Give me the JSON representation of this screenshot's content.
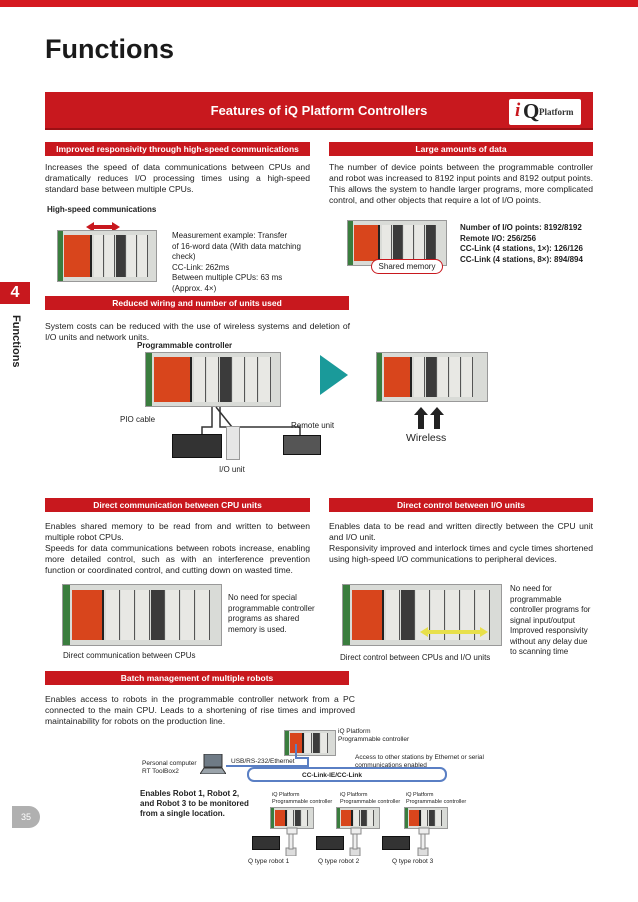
{
  "page": {
    "title": "Functions",
    "banner": "Features of iQ Platform Controllers",
    "logo": {
      "i": "i",
      "q": "Q",
      "platform": "Platform"
    },
    "chapter_number": "4",
    "chapter_label": "Functions",
    "page_number": "35"
  },
  "s1": {
    "header": "Improved responsivity through high-speed communications",
    "body": "Increases the speed of data communications between CPUs and dramatically reduces I/O processing times using a high-speed standard base between multiple CPUs.",
    "figure_label": "High-speed communications",
    "measure": [
      "Measurement example: Transfer",
      "of 16-word data (With data matching",
      "check)",
      "CC-Link: 262ms",
      "Between multiple CPUs: 63 ms",
      "(Approx. 4×)"
    ]
  },
  "s2": {
    "header": "Large amounts of data",
    "body": "The number of device points between the programmable controller and robot was increased to 8192 input points and 8192 output points.  This allows the system to handle larger programs, more complicated control, and other objects that require a lot of I/O points.",
    "shared_memory": "Shared memory",
    "specs": [
      "Number of I/O points: 8192/8192",
      "Remote I/O: 256/256",
      "CC-Link (4 stations, 1×): 126/126",
      "CC-Link (4 stations, 8×): 894/894"
    ]
  },
  "s3": {
    "header": "Reduced wiring and number of units used",
    "body": "System costs can be reduced with the use of wireless systems and deletion of I/O units and network units.",
    "plc_label": "Programmable controller",
    "pio_cable": "PIO cable",
    "remote_unit": "Remote unit",
    "io_unit": "I/O unit",
    "wireless": "Wireless"
  },
  "s4": {
    "header": "Direct communication between CPU units",
    "body": "Enables shared memory to be read from and written to between multiple robot CPUs.\nSpeeds for data communications between robots increase, enabling more detailed control, such as with an interference prevention function or coordinated control, and cutting down on wasted time.",
    "note": [
      "No need for special",
      "programmable controller",
      "programs as shared",
      "memory is used."
    ],
    "caption": "Direct communication between CPUs"
  },
  "s5": {
    "header": "Direct control between I/O units",
    "body": "Enables data to be read and written directly between the CPU unit and I/O unit.\nResponsivity improved and interlock times and cycle times shortened using high-speed I/O communications to peripheral devices.",
    "note": [
      "No need for",
      "programmable",
      "controller programs for",
      "signal input/output",
      "Improved responsivity",
      "without any delay due",
      "to scanning time"
    ],
    "caption": "Direct control between CPUs and I/O units"
  },
  "s6": {
    "header": "Batch management of multiple robots",
    "body": "Enables access to robots in the programmable controller network from a PC connected to the main CPU. Leads to a shortening of rise times and improved maintainability for robots on the production line.",
    "top_plc": [
      "iQ Platform",
      "Programmable controller"
    ],
    "access_note": [
      "Access to other stations by Ethernet or serial",
      "communications enabled"
    ],
    "pc": [
      "Personal computer",
      "RT ToolBox2"
    ],
    "usb": "USB/RS-232/Ethernet",
    "network": "CC-Link-IE/CC-Link",
    "enables": [
      "Enables Robot 1, Robot 2,",
      "and Robot 3 to be monitored",
      "from a single location."
    ],
    "station_plc": [
      "iQ Platform",
      "Programmable controller"
    ],
    "robots": [
      "Q type robot 1",
      "Q type robot 2",
      "Q type robot 3"
    ]
  },
  "colors": {
    "accent": "#c8181e",
    "arrow": "#1a9a9a",
    "plc_cpu": "#d8451c"
  }
}
